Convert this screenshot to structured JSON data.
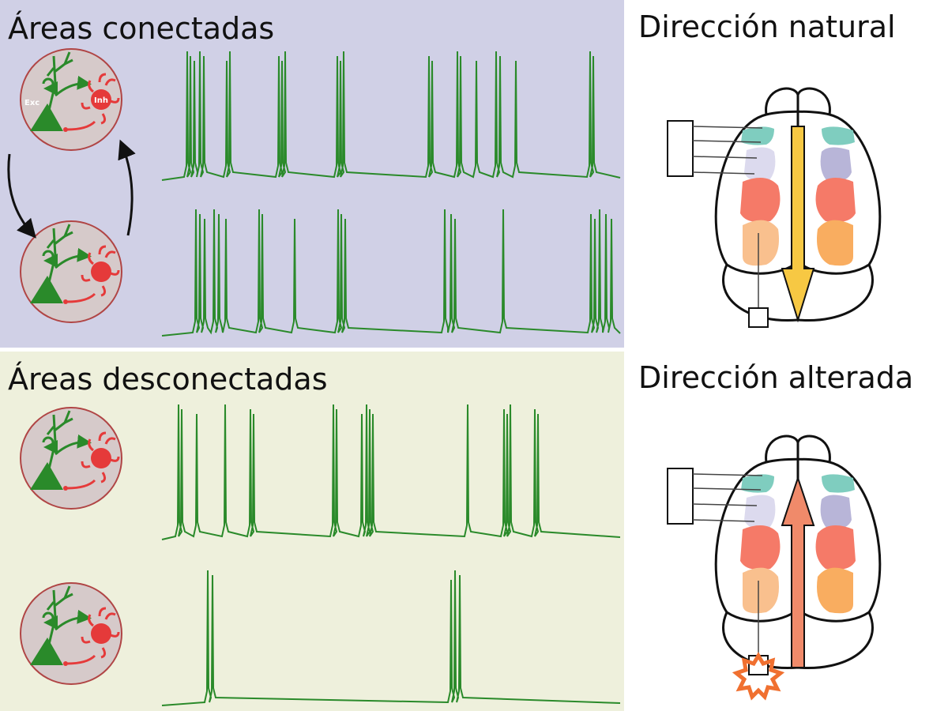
{
  "connected": {
    "title": "Áreas conectadas"
  },
  "disconnected": {
    "title": "Áreas desconectadas"
  },
  "natural": {
    "title": "Dirección natural"
  },
  "altered": {
    "title": "Dirección alterada"
  },
  "neuron": {
    "excitatory_label": "Exc",
    "inhibitory_label": "Inh"
  },
  "colors": {
    "connected_bg": "#d0d0e6",
    "disconnected_bg": "#eef0dc",
    "trace": "#2a8a2a",
    "natural_arrow": "#f7c843",
    "altered_arrow": "#f08a6a",
    "region_teal": "#7fcdbf",
    "region_lavender": "#c8c6e2",
    "region_red": "#f57a68",
    "region_orange": "#f9b77a"
  }
}
